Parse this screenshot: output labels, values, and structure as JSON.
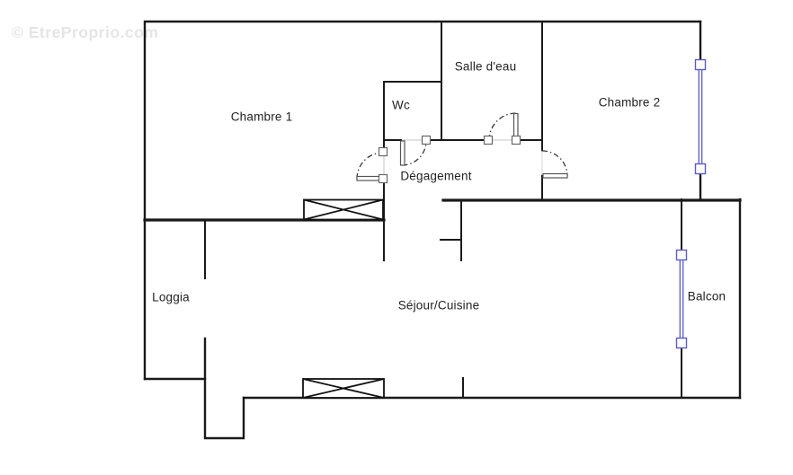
{
  "watermark": "© EtreProprio.com",
  "plan": {
    "type": "floorplan",
    "rooms": [
      {
        "name": "chambre-1",
        "label": "Chambre 1"
      },
      {
        "name": "wc",
        "label": "Wc"
      },
      {
        "name": "salle-deau",
        "label": "Salle d'eau"
      },
      {
        "name": "chambre-2",
        "label": "Chambre 2"
      },
      {
        "name": "degagement",
        "label": "Dégagement"
      },
      {
        "name": "loggia",
        "label": "Loggia"
      },
      {
        "name": "sejour-cuisine",
        "label": "Séjour/Cuisine"
      },
      {
        "name": "balcon",
        "label": "Balcon"
      }
    ],
    "colors": {
      "wall": "#1a1a1a",
      "window": "#5b5bc4",
      "door_arc": "#3a3a3a",
      "label_text": "#222222",
      "watermark": "#e5e5e5",
      "background": "#ffffff"
    },
    "symbols": [
      "door-swing-arc",
      "window-double-line",
      "closet-crossed-box"
    ]
  }
}
